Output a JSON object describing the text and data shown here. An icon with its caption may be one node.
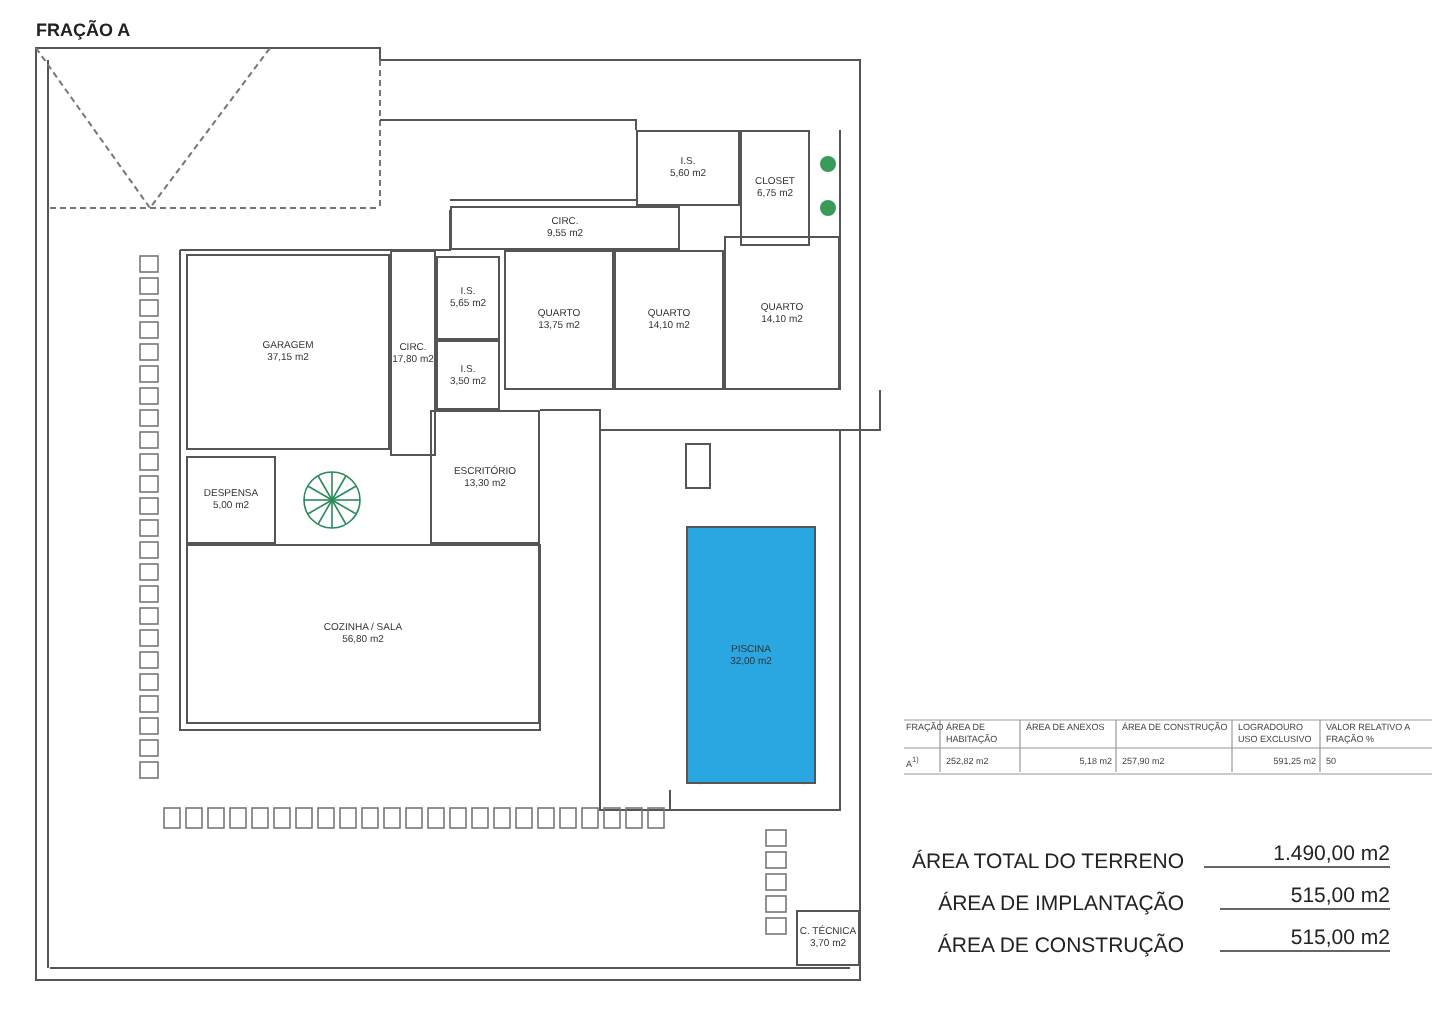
{
  "diagram": {
    "title": "FRAÇÃO A",
    "nodes": [
      {
        "text": [
          "I.S.",
          "5,60 m2"
        ]
      },
      {
        "text": [
          "CLOSET",
          "6,75 m2"
        ]
      },
      {
        "text": [
          "CIRC.",
          "9,55 m2"
        ]
      },
      {
        "text": [
          "I.S.",
          "5,65 m2"
        ]
      },
      {
        "text": [
          "QUARTO",
          "13,75 m2"
        ]
      },
      {
        "text": [
          "QUARTO",
          "14,10 m2"
        ]
      },
      {
        "text": [
          "QUARTO",
          "14,10 m2"
        ]
      },
      {
        "text": [
          "GARAGEM",
          "37,15 m2"
        ]
      },
      {
        "text": [
          "CIRC.",
          "17,80 m2"
        ]
      },
      {
        "text": [
          "I.S.",
          "3,50 m2"
        ]
      },
      {
        "text": [
          "ESCRITÓRIO",
          "13,30 m2"
        ]
      },
      {
        "text": [
          "DESPENSA",
          "5,00 m2"
        ]
      },
      {
        "text": [
          "COZINHA / SALA",
          "56,80 m2"
        ]
      },
      {
        "text": [
          "PISCINA",
          "32,00 m2"
        ]
      },
      {
        "text": [
          "C. TÉCNICA",
          "3,70 m2"
        ]
      }
    ],
    "labels": [
      "FRAÇÃO",
      "ÁREA DE HABITAÇÃO",
      "ÁREA DE ANEXOS",
      "ÁREA DE CONSTRUÇÃO",
      "LOGRADOURO USO EXCLUSIVO",
      "VALOR RELATIVO A FRAÇÃO %",
      "A$^{1)}$",
      "252,82 m2",
      "5,18 m2",
      "257,90 m2",
      "591,25 m2",
      "50",
      "ÁREA TOTAL DO TERRENO",
      "1.490,00 m2",
      "ÁREA DE IMPLANTAÇÃO",
      "515,00 m2",
      "ÁREA DE CONSTRUÇÃO",
      "515,00 m2"
    ]
  }
}
